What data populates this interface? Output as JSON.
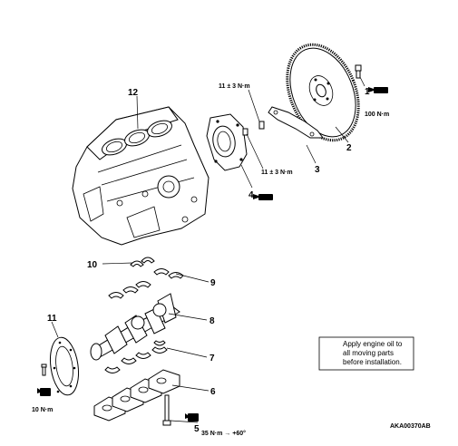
{
  "diagram_code": "AKA00370AB",
  "callouts": {
    "c1": "1",
    "c2": "2",
    "c3": "3",
    "c4": "4",
    "c5": "5",
    "c6": "6",
    "c7": "7",
    "c8": "8",
    "c9": "9",
    "c10": "10",
    "c11": "11",
    "c12": "12"
  },
  "torques": {
    "flywheel_bolt": "100 N·m",
    "plate_bolt_upper": "11 ± 3 N·m",
    "plate_bolt_lower": "11 ± 3 N·m",
    "bearing_cap_bolt": "35 N·m → +60°",
    "rear_plate_bolt": "10 N·m"
  },
  "legend": {
    "icon": "oil-can-icon",
    "line1": "Apply engine oil to",
    "line2": "all moving parts",
    "line3": "before installation."
  }
}
